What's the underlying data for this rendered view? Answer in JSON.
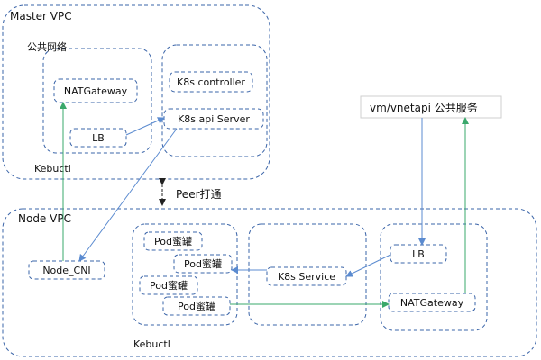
{
  "master_vpc": {
    "title": "Master VPC",
    "public_network": "公共网络",
    "nat_gateway": "NATGateway",
    "lb": "LB",
    "k8s_controller": "K8s controller",
    "k8s_api_server": "K8s api Server",
    "kebuctl": "Kebuctl"
  },
  "peer_label": "Peer打通",
  "public_service": {
    "label": "vm/vnetapi 公共服务"
  },
  "node_vpc": {
    "title": "Node VPC",
    "node_cni": "Node_CNI",
    "pods": [
      "Pod蜜罐",
      "Pod蜜罐",
      "Pod蜜罐",
      "Pod蜜罐"
    ],
    "k8s_service": "K8s Service",
    "lb": "LB",
    "nat_gateway": "NATGateway",
    "kebuctl": "Kebuctl"
  },
  "colors": {
    "dashed_border": "#3a64a8",
    "blue_arrow": "#5b8bd0",
    "green_arrow": "#3aa86b"
  }
}
